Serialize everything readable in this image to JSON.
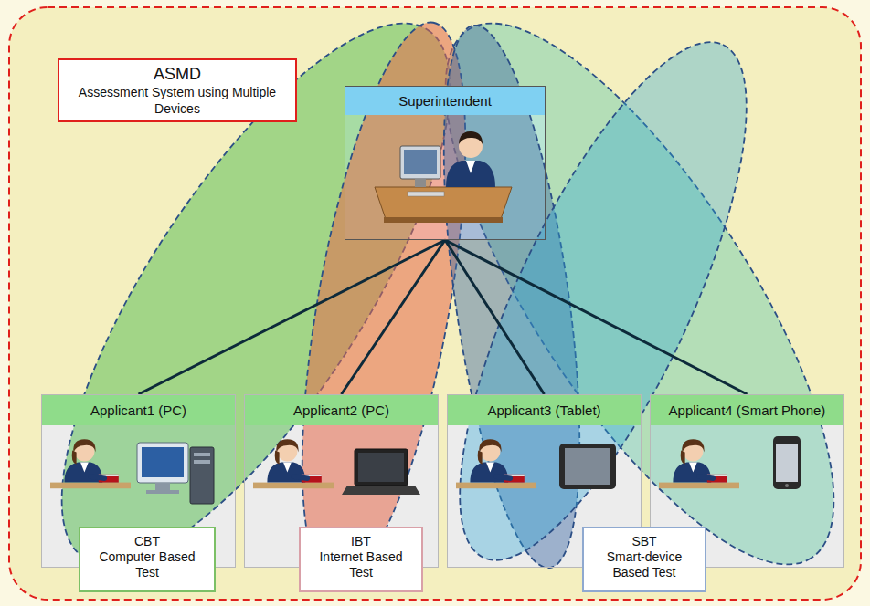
{
  "diagram": {
    "nodes": [
      {
        "text": [
          "ASMD",
          "Assessment System using Multiple Devices"
        ]
      },
      {
        "text": [
          "Superintendent"
        ]
      },
      {
        "text": [
          "Applicant1 (PC)"
        ]
      },
      {
        "text": [
          "Applicant2 (PC)"
        ]
      },
      {
        "text": [
          "Applicant3 (Tablet)"
        ]
      },
      {
        "text": [
          "Applicant4 (Smart Phone)"
        ]
      },
      {
        "text": [
          "CBT",
          "Computer Based Test"
        ]
      },
      {
        "text": [
          "IBT",
          "Internet Based Test"
        ]
      },
      {
        "text": [
          "SBT",
          "Smart-device Based Test"
        ]
      }
    ],
    "edges": [
      {
        "from": 1,
        "to": 2,
        "arrow": "none"
      },
      {
        "from": 1,
        "to": 3,
        "arrow": "none"
      },
      {
        "from": 1,
        "to": 4,
        "arrow": "none"
      },
      {
        "from": 1,
        "to": 5,
        "arrow": "none"
      }
    ]
  }
}
